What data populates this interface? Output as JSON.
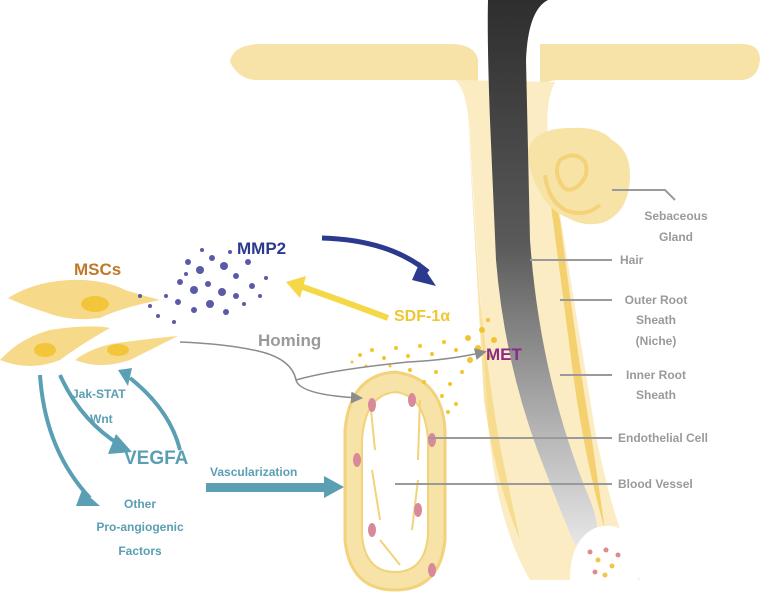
{
  "labels": {
    "msc": "MSCs",
    "mmp2": "MMP2",
    "sdf": "SDF-1α",
    "homing": "Homing",
    "met": "MET",
    "jak": "Jak-STAT",
    "wnt": "Wnt",
    "vegfa": "VEGFA",
    "vasc": "Vascularization",
    "other1": "Other",
    "other2": "Pro-angiogenic",
    "other3": "Factors"
  },
  "callouts": {
    "sebaceous1": "Sebaceous",
    "sebaceous2": "Gland",
    "hair": "Hair",
    "ors1": "Outer Root",
    "ors2": "Sheath",
    "ors3": "(Niche)",
    "irs1": "Inner Root",
    "irs2": "Sheath",
    "endothelial": "Endothelial Cell",
    "vessel": "Blood Vessel"
  },
  "colors": {
    "msc": "#c0782a",
    "mmp2": "#2b3a8e",
    "sdf": "#f2c530",
    "homing": "#9a9a9a",
    "met": "#8a2a8a",
    "teal": "#5a9fb3",
    "callout": "#9a9a9a",
    "skin": "#f7e3a8"
  }
}
